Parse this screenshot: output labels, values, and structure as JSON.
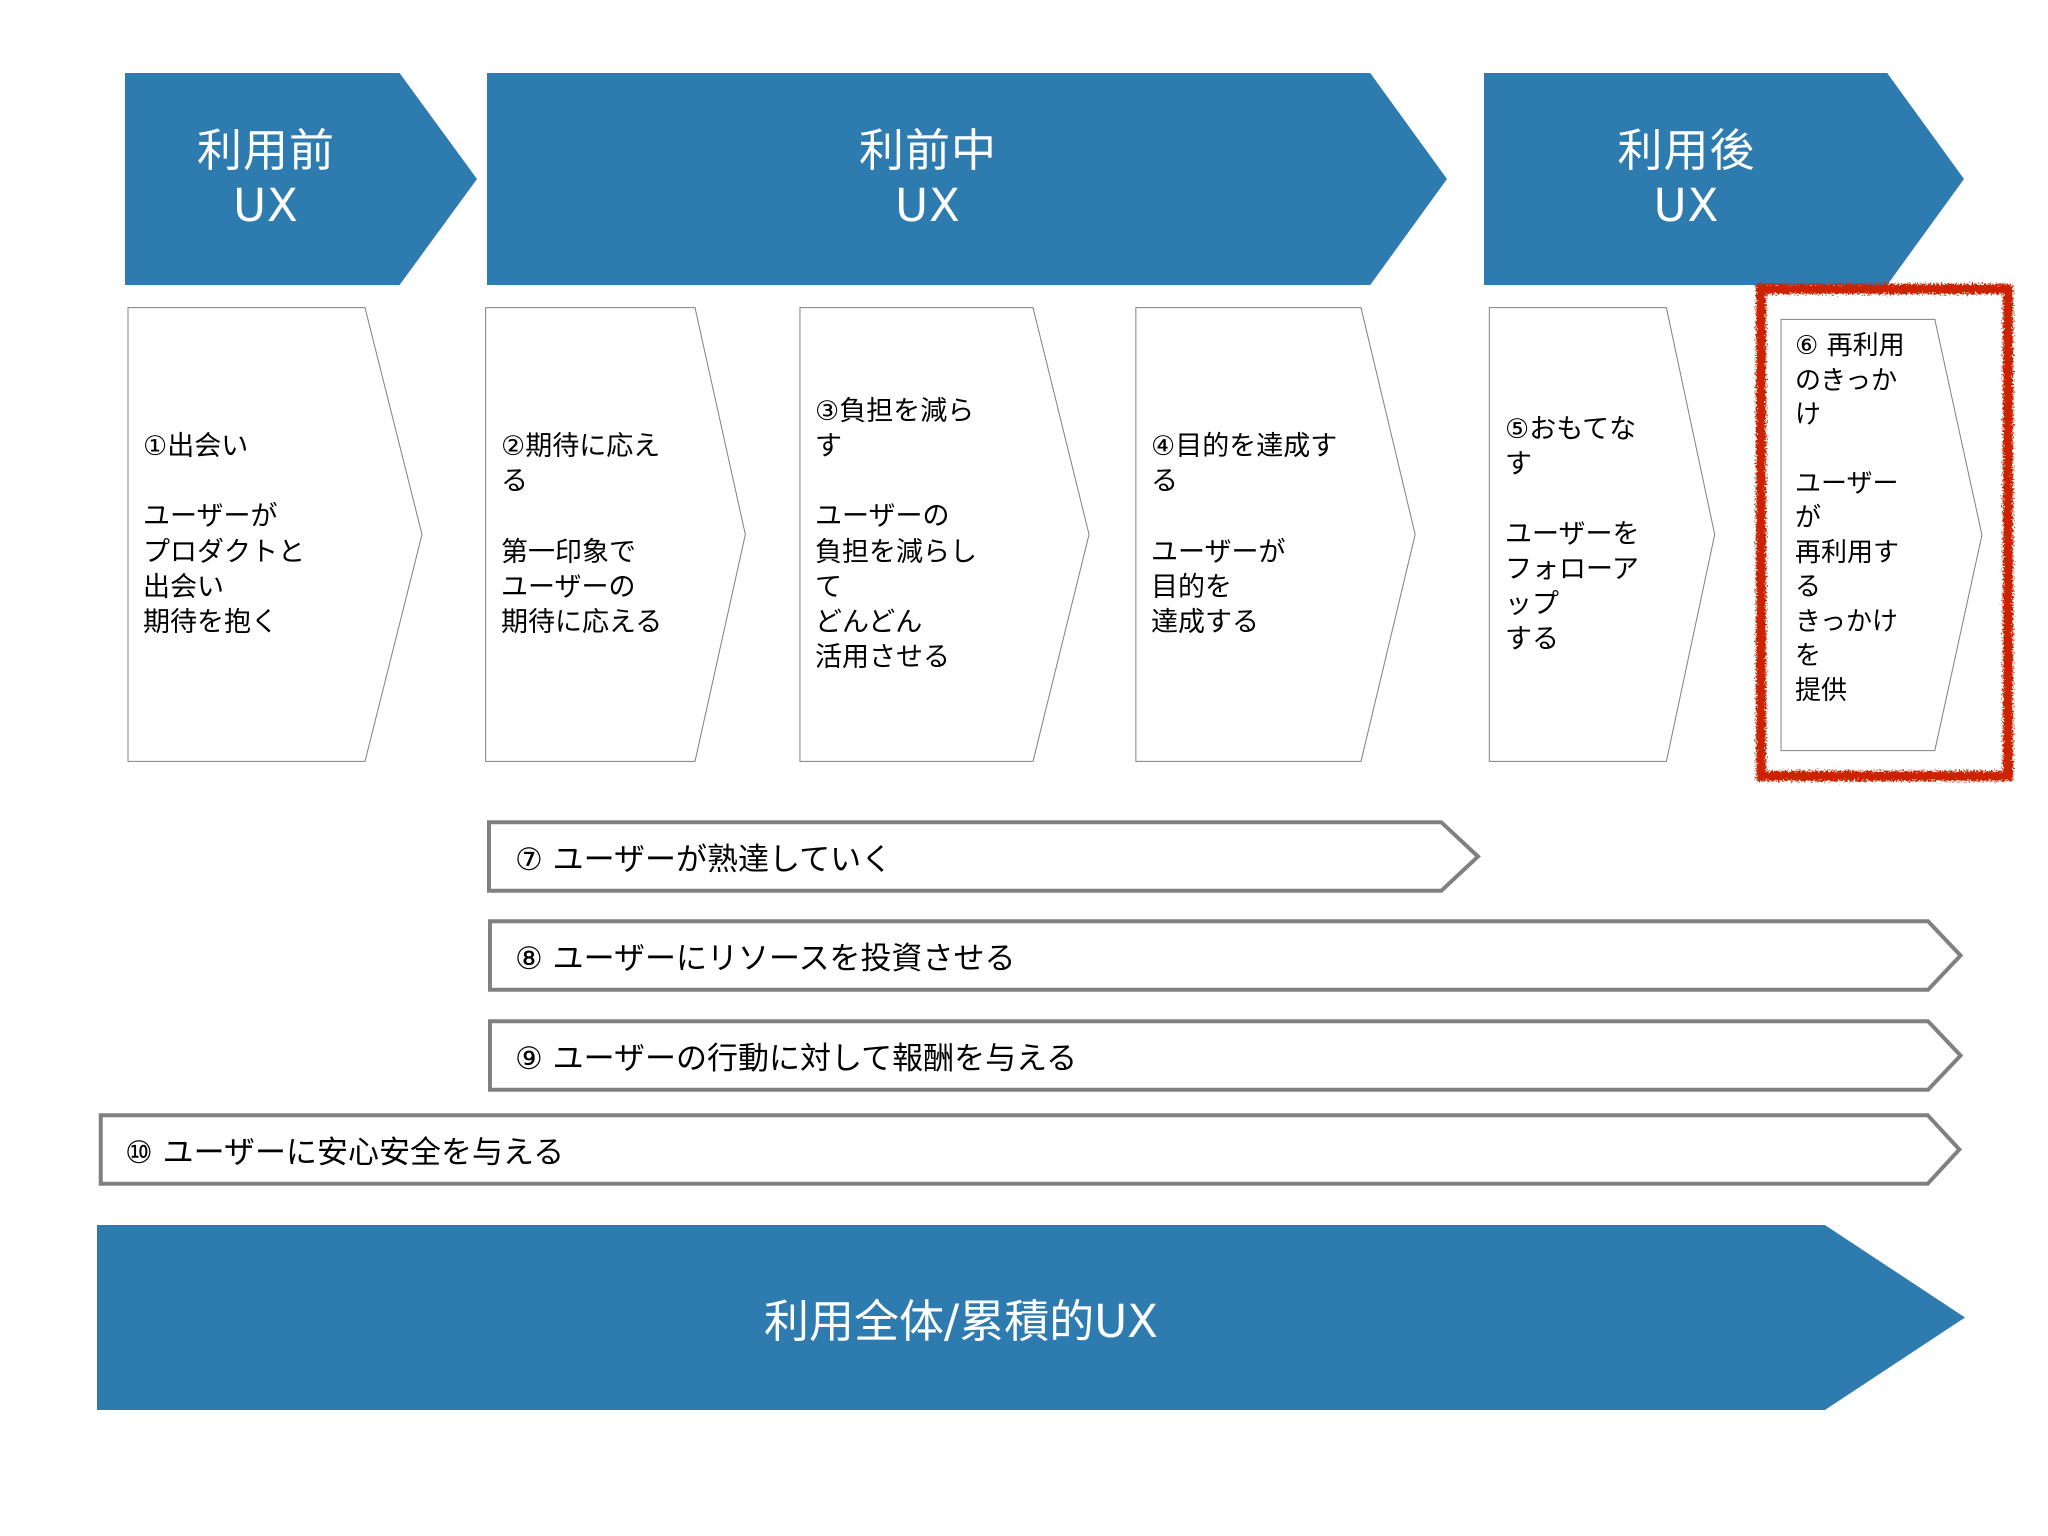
{
  "colors": {
    "banner_blue": "#2E7BB0",
    "outline_gray": "#808080",
    "highlight_red": "#CC2200",
    "text_black": "#000000",
    "banner_text": "#FFFFFF"
  },
  "phases": [
    {
      "id": "before",
      "line1": "利用前",
      "line2": "UX"
    },
    {
      "id": "during",
      "line1": "利前中",
      "line2": "UX"
    },
    {
      "id": "after",
      "line1": "利用後",
      "line2": "UX"
    }
  ],
  "steps": [
    {
      "number": "①",
      "heading": "①出会い",
      "body": "ユーザーが\nプロダクトと\n出会い\n期待を抱く",
      "highlighted": false
    },
    {
      "number": "②",
      "heading": "②期待に応え\nる",
      "body": "第一印象で\nユーザーの\n期待に応える",
      "highlighted": false
    },
    {
      "number": "③",
      "heading": "③負担を減ら\nす",
      "body": "ユーザーの\n負担を減らし\nて\nどんどん\n活用させる",
      "highlighted": false
    },
    {
      "number": "④",
      "heading": "④目的を達成す\nる",
      "body": "ユーザーが\n目的を\n達成する",
      "highlighted": false
    },
    {
      "number": "⑤",
      "heading": "⑤おもてな\nす",
      "body": "ユーザーを\nフォローア\nップ\nする",
      "highlighted": false
    },
    {
      "number": "⑥",
      "heading": "⑥ 再利用\nのきっか\nけ",
      "body": "ユーザー\nが\n再利用す\nる\nきっかけ\nを\n提供",
      "highlighted": true
    }
  ],
  "bars": [
    {
      "number": "⑦",
      "label": "⑦ ユーザーが熟達していく"
    },
    {
      "number": "⑧",
      "label": "⑧ ユーザーにリソースを投資させる"
    },
    {
      "number": "⑨",
      "label": "⑨ ユーザーの行動に対して報酬を与える"
    },
    {
      "number": "⑩",
      "label": "⑩ ユーザーに安心安全を与える"
    }
  ],
  "overall": {
    "label": "利用全体/累積的UX"
  }
}
